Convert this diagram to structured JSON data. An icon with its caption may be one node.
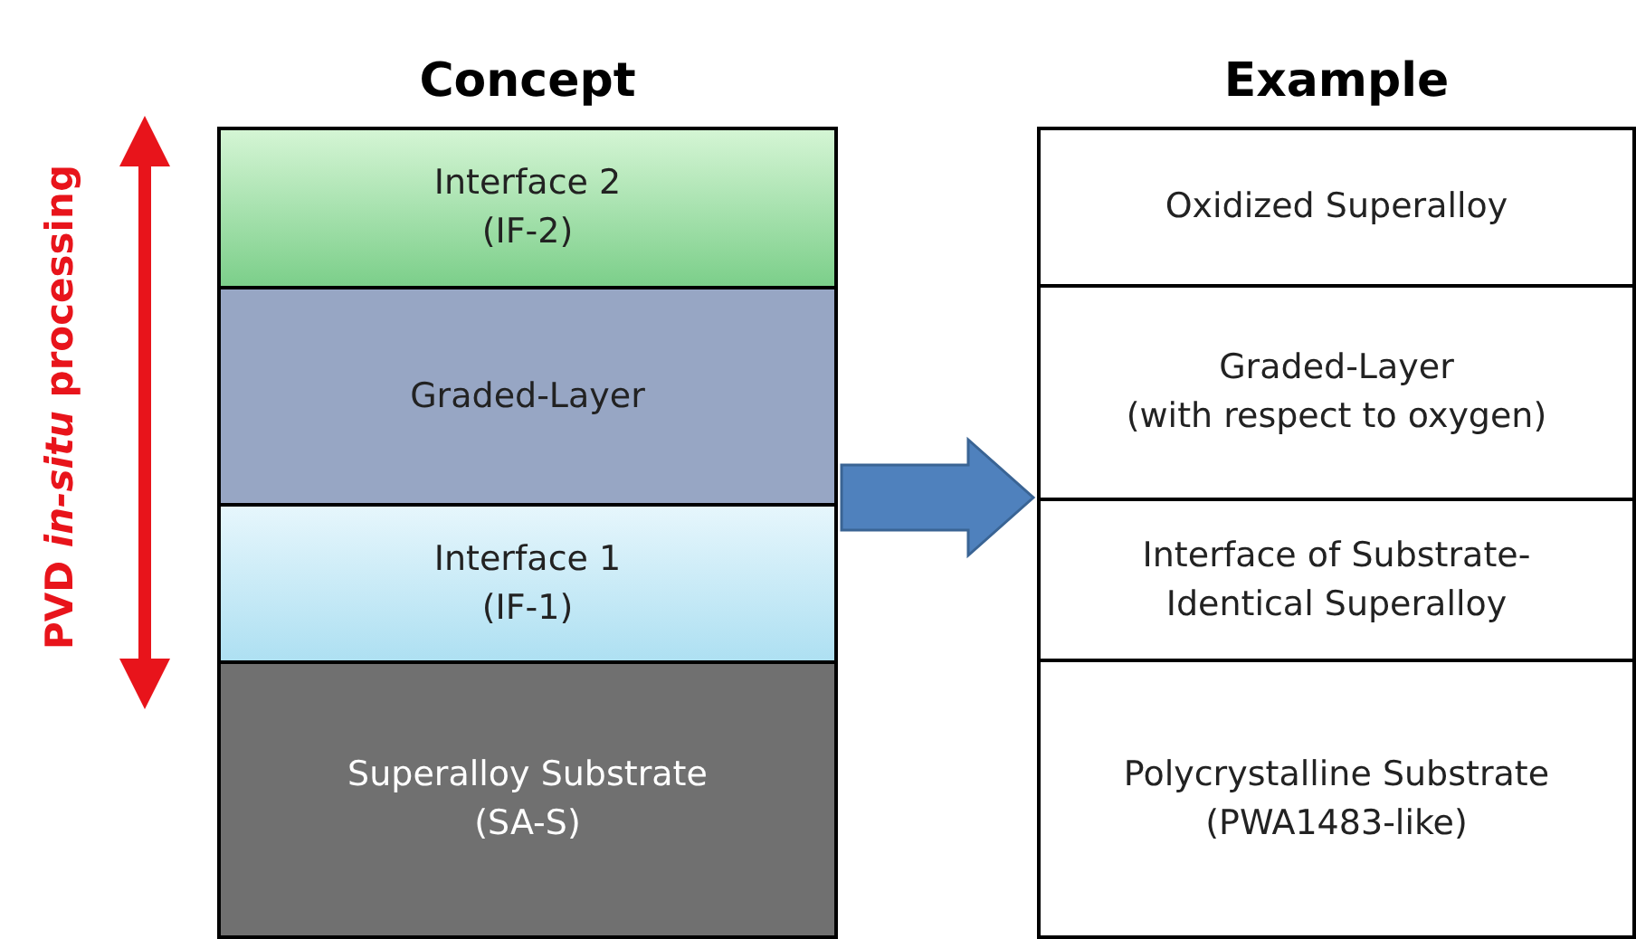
{
  "diagram": {
    "nodes": [
      {
        "text": [
          "Concept"
        ]
      },
      {
        "text": [
          "Interface 2",
          "(IF-2)"
        ],
        "in": 0
      },
      {
        "text": [
          "Graded-Layer"
        ],
        "in": 0
      },
      {
        "text": [
          "Interface 1",
          "(IF-1)"
        ],
        "in": 0
      },
      {
        "text": [
          "Superalloy Substrate",
          "(SA-S)"
        ],
        "in": 0
      },
      {
        "text": [
          "Example"
        ]
      },
      {
        "text": [
          "Oxidized Superalloy"
        ],
        "in": 5
      },
      {
        "text": [
          "Graded-Layer",
          "(with respect to oxygen)"
        ],
        "in": 5
      },
      {
        "text": [
          "Interface of Substrate-Identical Superalloy"
        ],
        "in": 5
      },
      {
        "text": [
          "Polycrystalline Substrate",
          "(PWA1483-like)"
        ],
        "in": 5
      }
    ],
    "edges": [
      {
        "from": 0,
        "to": 5,
        "arrow": "to",
        "style": "thick",
        "color": "#4f81bd"
      }
    ],
    "labels": [
      "PVD *in-situ* processing"
    ]
  }
}
